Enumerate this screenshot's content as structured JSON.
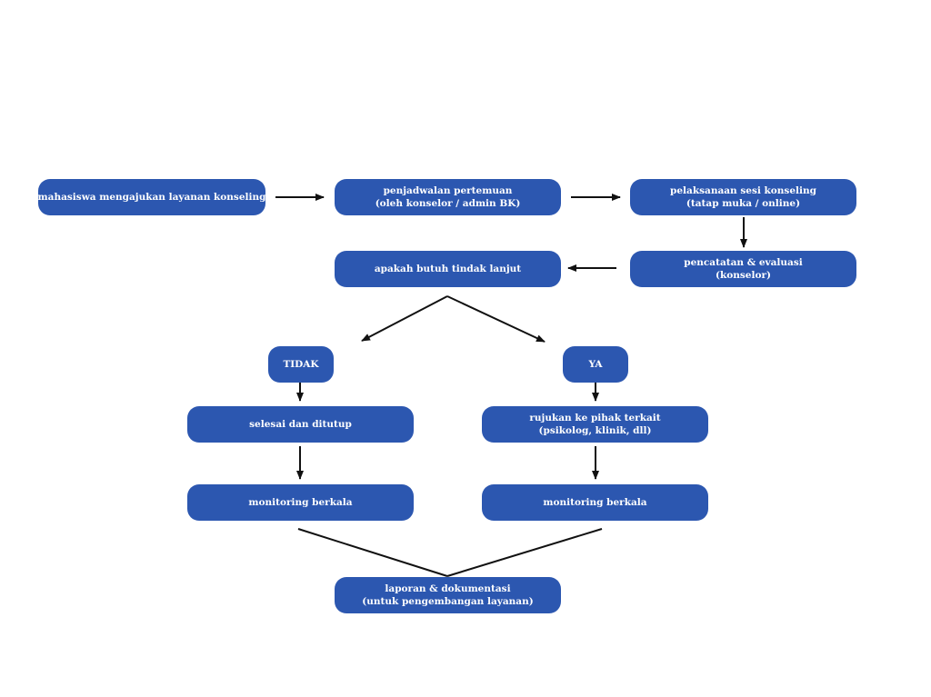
{
  "flowchart": {
    "nodes": {
      "request": {
        "lines": [
          "mahasiswa mengajukan layanan konseling"
        ]
      },
      "scheduling": {
        "lines": [
          "penjadwalan pertemuan",
          "(oleh konselor / admin BK)"
        ]
      },
      "session": {
        "lines": [
          "pelaksanaan sesi konseling",
          "(tatap muka / online)"
        ]
      },
      "recording": {
        "lines": [
          "pencatatan & evaluasi",
          "(konselor)"
        ]
      },
      "decision": {
        "lines": [
          "apakah butuh tindak lanjut"
        ]
      },
      "no": {
        "lines": [
          "TIDAK"
        ]
      },
      "yes": {
        "lines": [
          "YA"
        ]
      },
      "closed": {
        "lines": [
          "selesai dan ditutup"
        ]
      },
      "referral": {
        "lines": [
          "rujukan ke pihak terkait",
          "(psikolog, klinik, dll)"
        ]
      },
      "monitoring_left": {
        "lines": [
          "monitoring berkala"
        ]
      },
      "monitoring_right": {
        "lines": [
          "monitoring berkala"
        ]
      },
      "report": {
        "lines": [
          "laporan & dokumentasi",
          "(untuk pengembangan layanan)"
        ]
      }
    },
    "edges": [
      {
        "from": "request",
        "to": "scheduling"
      },
      {
        "from": "scheduling",
        "to": "session"
      },
      {
        "from": "session",
        "to": "recording"
      },
      {
        "from": "recording",
        "to": "decision"
      },
      {
        "from": "decision",
        "to": "no"
      },
      {
        "from": "decision",
        "to": "yes"
      },
      {
        "from": "no",
        "to": "closed"
      },
      {
        "from": "yes",
        "to": "referral"
      },
      {
        "from": "closed",
        "to": "monitoring_left"
      },
      {
        "from": "referral",
        "to": "monitoring_right"
      },
      {
        "from": "monitoring_left",
        "to": "report"
      },
      {
        "from": "monitoring_right",
        "to": "report"
      }
    ],
    "colors": {
      "node_fill": "#2c57b0",
      "node_text": "#ffffff",
      "connector": "#111111"
    }
  }
}
